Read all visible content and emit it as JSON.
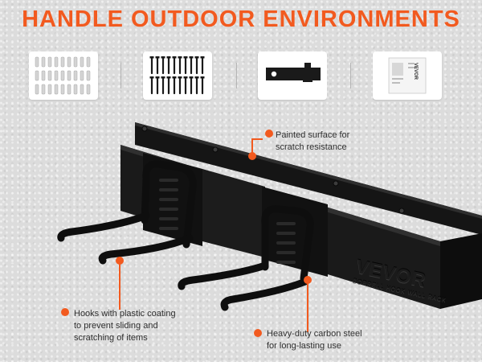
{
  "header": {
    "title": "HANDLE OUTDOOR ENVIRONMENTS"
  },
  "accessories": [
    {
      "icon": "wall-anchors-icon"
    },
    {
      "icon": "screws-icon"
    },
    {
      "icon": "bracket-icon"
    },
    {
      "icon": "manual-icon"
    }
  ],
  "product": {
    "brand": "VEVOR",
    "tagline": "BORRELL HOOK WALL RACK",
    "manual_brand": "VEVOR"
  },
  "callouts": {
    "surface": {
      "line1": "Painted surface for",
      "line2": "scratch resistance"
    },
    "hooks": {
      "line1": "Hooks with plastic coating",
      "line2": "to prevent sliding and",
      "line3": "scratching of items"
    },
    "steel": {
      "line1": "Heavy-duty carbon steel",
      "line2": "for long-lasting use"
    }
  },
  "colors": {
    "accent": "#f25a1f",
    "metal": "#1a1a1a",
    "background": "#dcdcdc"
  }
}
